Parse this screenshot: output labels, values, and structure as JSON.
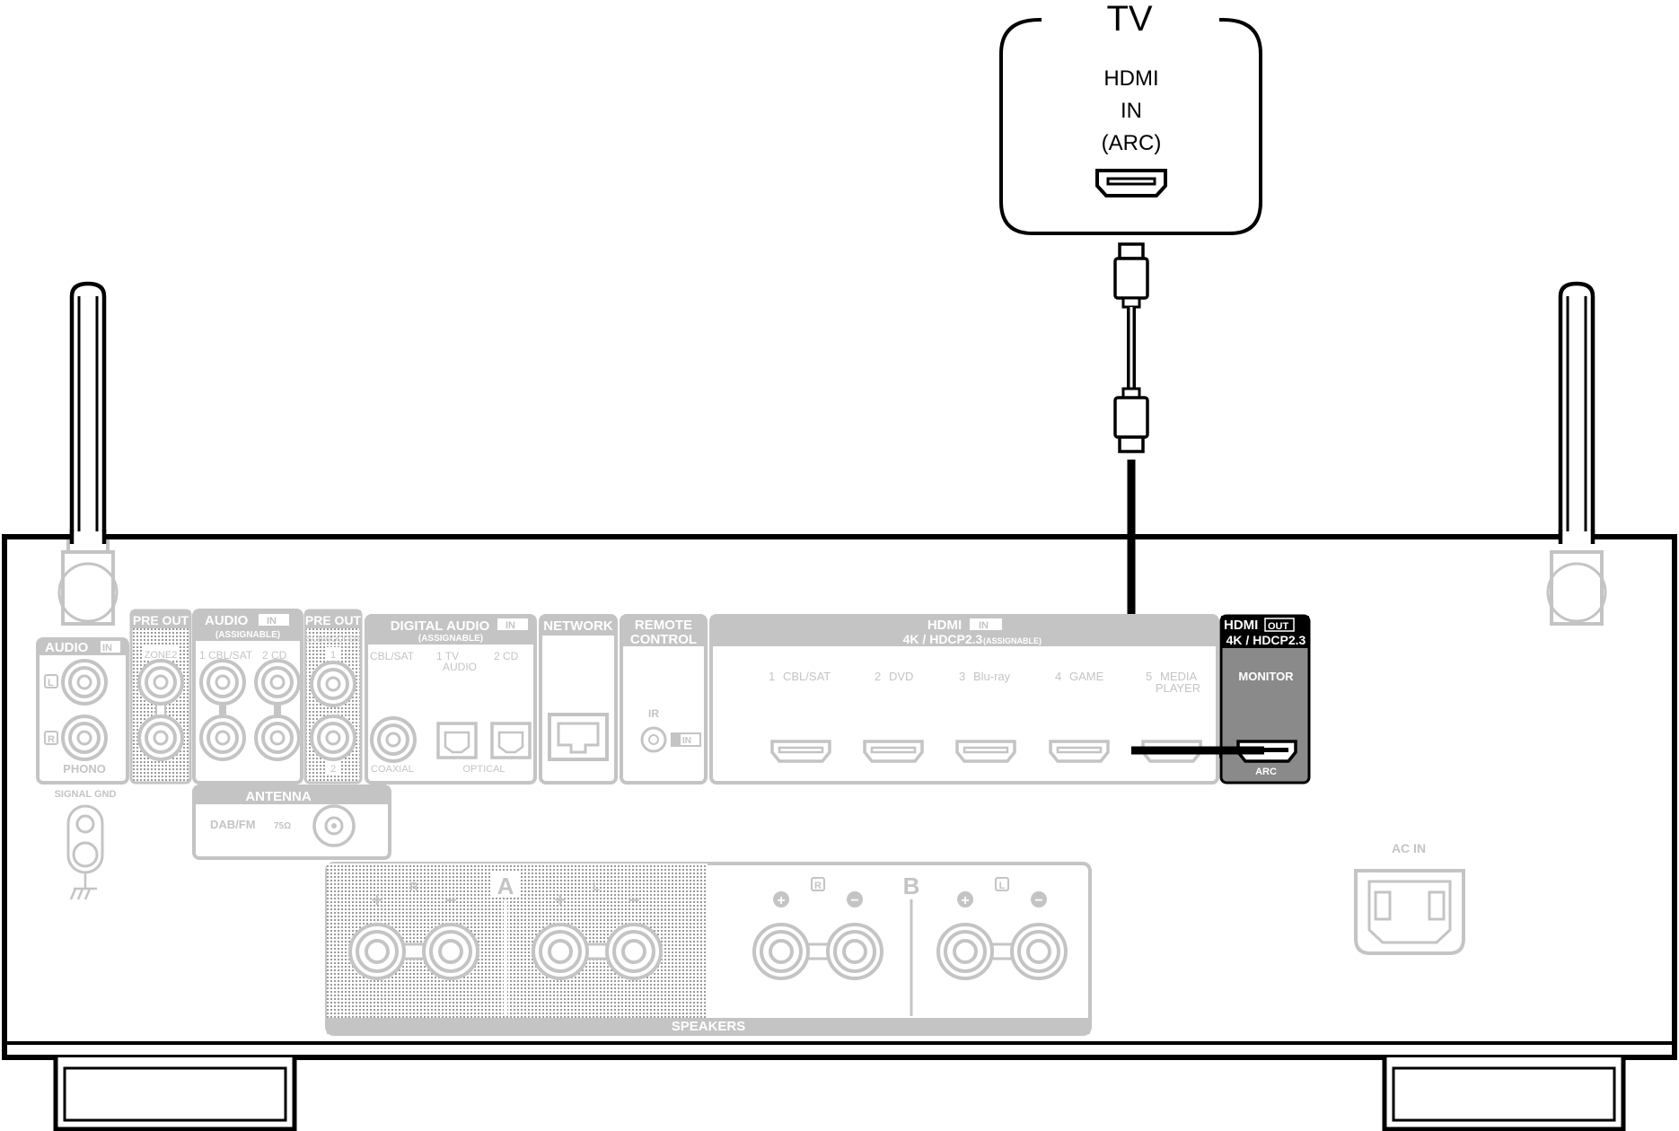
{
  "tv": {
    "title": "TV",
    "port_line1": "HDMI",
    "port_line2": "IN",
    "port_line3": "(ARC)"
  },
  "receiver": {
    "audio_in_phono": {
      "header_label": "AUDIO",
      "header_badge": "IN",
      "l_label": "L",
      "r_label": "R",
      "name": "PHONO",
      "signal_gnd": "SIGNAL GND"
    },
    "pre_out_zone2": {
      "header": "PRE OUT",
      "label": "ZONE2"
    },
    "audio_in_assignable": {
      "header_label": "AUDIO",
      "header_badge": "IN",
      "sub": "(ASSIGNABLE)",
      "input1": "1 CBL/SAT",
      "input2": "2  CD"
    },
    "pre_out_sub": {
      "header": "PRE OUT",
      "label": "SUBWOOFER",
      "num1": "1",
      "num2": "2"
    },
    "digital_audio": {
      "header_label": "DIGITAL AUDIO",
      "header_badge": "IN",
      "sub": "(ASSIGNABLE)",
      "cbl_sat": "CBL/SAT",
      "tv_num": "1   TV",
      "tv_audio": "AUDIO",
      "cd": "2   CD",
      "coaxial": "COAXIAL",
      "optical": "OPTICAL"
    },
    "network": {
      "header": "NETWORK"
    },
    "remote_control": {
      "header1": "REMOTE",
      "header2": "CONTROL",
      "ir": "IR",
      "in_badge": "IN"
    },
    "hdmi_in": {
      "header_label": "HDMI",
      "header_badge": "IN",
      "sub": "4K / HDCP2.3",
      "sub_small": "(ASSIGNABLE)",
      "inputs": [
        {
          "num": "1",
          "name": "CBL/SAT"
        },
        {
          "num": "2",
          "name": "DVD"
        },
        {
          "num": "3",
          "name": "Blu-ray"
        },
        {
          "num": "4",
          "name": "GAME"
        },
        {
          "num": "5",
          "name": "MEDIA",
          "name2": "PLAYER"
        }
      ]
    },
    "hdmi_out": {
      "header_label": "HDMI",
      "header_badge": "OUT",
      "sub": "4K / HDCP2.3",
      "monitor": "MONITOR",
      "arc": "ARC"
    },
    "antenna": {
      "header": "ANTENNA",
      "dab_fm": "DAB/FM",
      "ohms": "75Ω"
    },
    "speakers": {
      "label": "SPEAKERS",
      "zone_a": "A",
      "zone_b": "B",
      "r": "R",
      "l": "L",
      "plus": "+",
      "minus": "−"
    },
    "ac_in": "AC IN"
  },
  "colors": {
    "line": "#000000",
    "panel_gray": "#c4c4c4",
    "panel_gray_text": "#ffffff",
    "highlight_fill": "#8a8a8a",
    "dotted": "#b0b0b0"
  }
}
